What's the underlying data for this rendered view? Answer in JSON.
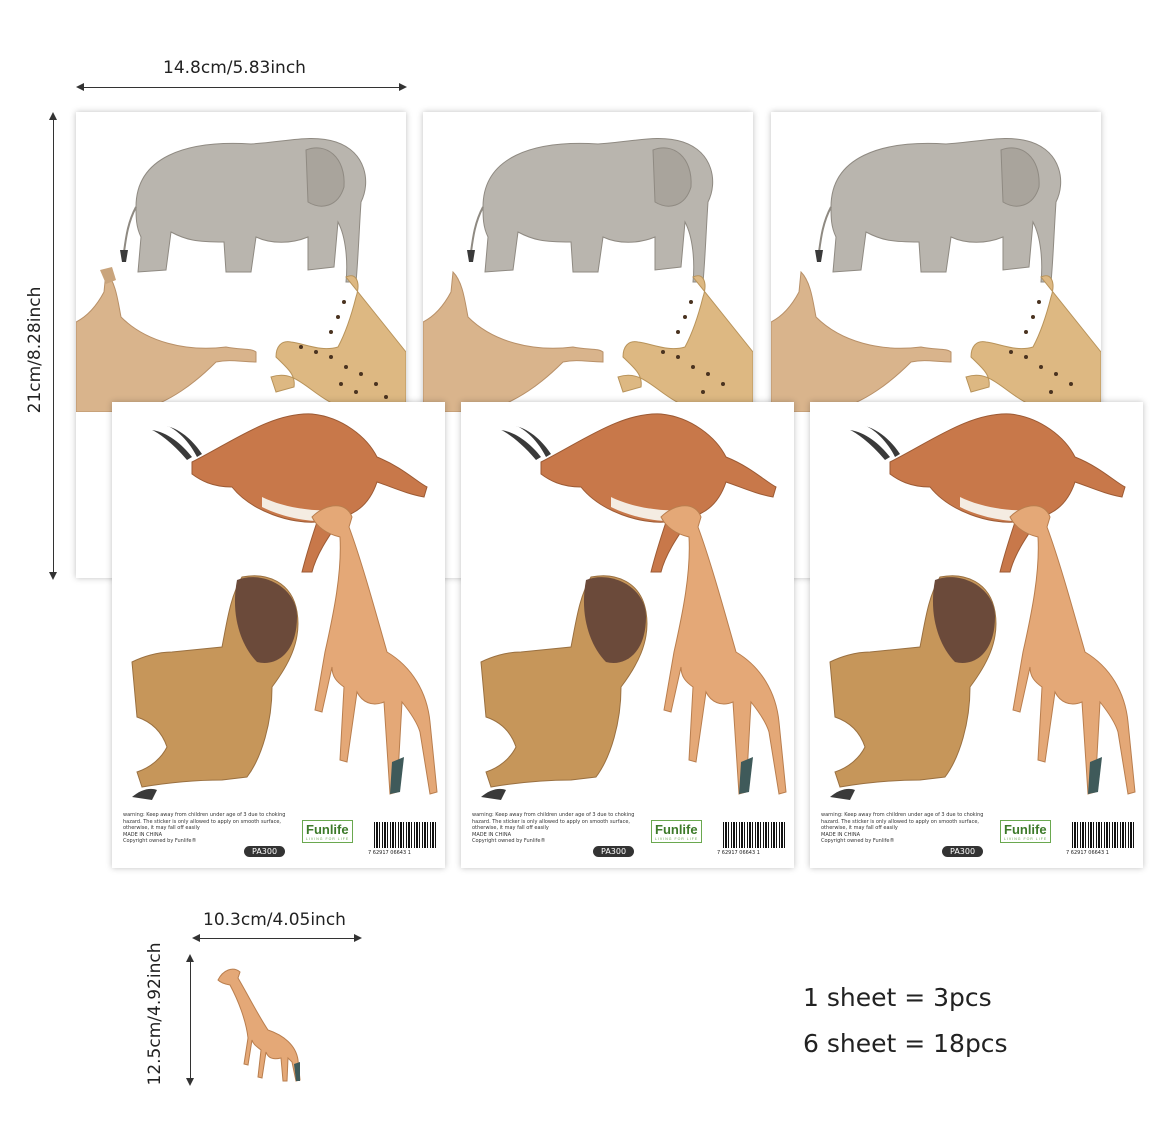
{
  "dimensions": {
    "sheet_width": "14.8cm/5.83inch",
    "sheet_height": "21cm/8.28inch",
    "giraffe_width": "10.3cm/4.05inch",
    "giraffe_height": "12.5cm/4.92inch"
  },
  "sheet": {
    "warning_lines": [
      "warning: Keep away from children under age of 3 due to choking",
      "hazard. The sticker is only allowed to apply on smooth surface,",
      "otherwise, it may fall off easily",
      "MADE IN CHINA",
      "Copyright owned by Funlife®"
    ],
    "logo_text": "Funlife",
    "logo_tagline": "LIVING FOR LIFE",
    "product_code": "PA300",
    "barcode_number": "7  62917  06643  1"
  },
  "quantity": {
    "line1": "1 sheet = 3pcs",
    "line2": "6 sheet = 18pcs"
  },
  "colors": {
    "elephant": "#b9b5ae",
    "lion": "#c6965a",
    "mane": "#6b4a3a",
    "giraffe": "#e4a877",
    "gazelle": "#c8784a",
    "cheetah": "#ddb882",
    "camel": "#d9b48c",
    "logo_green": "#6aa84f"
  }
}
